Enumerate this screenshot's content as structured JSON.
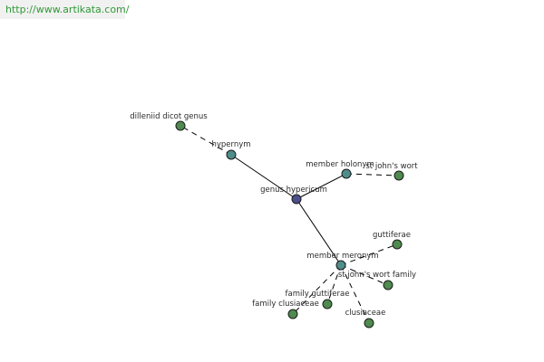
{
  "watermark": {
    "url": "http://www.artikata.com/"
  },
  "colors": {
    "root": "#4b4f8c",
    "relation": "#4f8d8a",
    "term": "#4f8a4f",
    "edge": "#000000",
    "url_text": "#2f9a36",
    "url_bg": "#f1f1f1"
  },
  "graph": {
    "nodes": [
      {
        "id": "root",
        "label": "genus hypericum",
        "kind": "root"
      },
      {
        "id": "hypernym",
        "label": "hypernym",
        "kind": "relation"
      },
      {
        "id": "member_holonym",
        "label": "member holonym",
        "kind": "relation"
      },
      {
        "id": "member_meronym",
        "label": "member meronym",
        "kind": "relation"
      },
      {
        "id": "dilleniid",
        "label": "dilleniid dicot genus",
        "kind": "term"
      },
      {
        "id": "st_johns_wort",
        "label": "st john's wort",
        "kind": "term"
      },
      {
        "id": "guttiferae",
        "label": "guttiferae",
        "kind": "term"
      },
      {
        "id": "st_johns_wort_family",
        "label": "st john's wort family",
        "kind": "term"
      },
      {
        "id": "family_guttiferae",
        "label": "family guttiferae",
        "kind": "term"
      },
      {
        "id": "family_clusiaceae",
        "label": "family clusiaceae",
        "kind": "term"
      },
      {
        "id": "clusiaceae",
        "label": "clusiaceae",
        "kind": "term"
      }
    ],
    "edges": [
      {
        "from": "root",
        "to": "hypernym",
        "style": "solid"
      },
      {
        "from": "root",
        "to": "member_holonym",
        "style": "solid"
      },
      {
        "from": "root",
        "to": "member_meronym",
        "style": "solid"
      },
      {
        "from": "hypernym",
        "to": "dilleniid",
        "style": "dashed"
      },
      {
        "from": "member_holonym",
        "to": "st_johns_wort",
        "style": "dashed"
      },
      {
        "from": "member_meronym",
        "to": "guttiferae",
        "style": "dashed"
      },
      {
        "from": "member_meronym",
        "to": "st_johns_wort_family",
        "style": "dashed"
      },
      {
        "from": "member_meronym",
        "to": "family_guttiferae",
        "style": "dashed"
      },
      {
        "from": "member_meronym",
        "to": "family_clusiaceae",
        "style": "dashed"
      },
      {
        "from": "member_meronym",
        "to": "clusiaceae",
        "style": "dashed"
      }
    ]
  }
}
